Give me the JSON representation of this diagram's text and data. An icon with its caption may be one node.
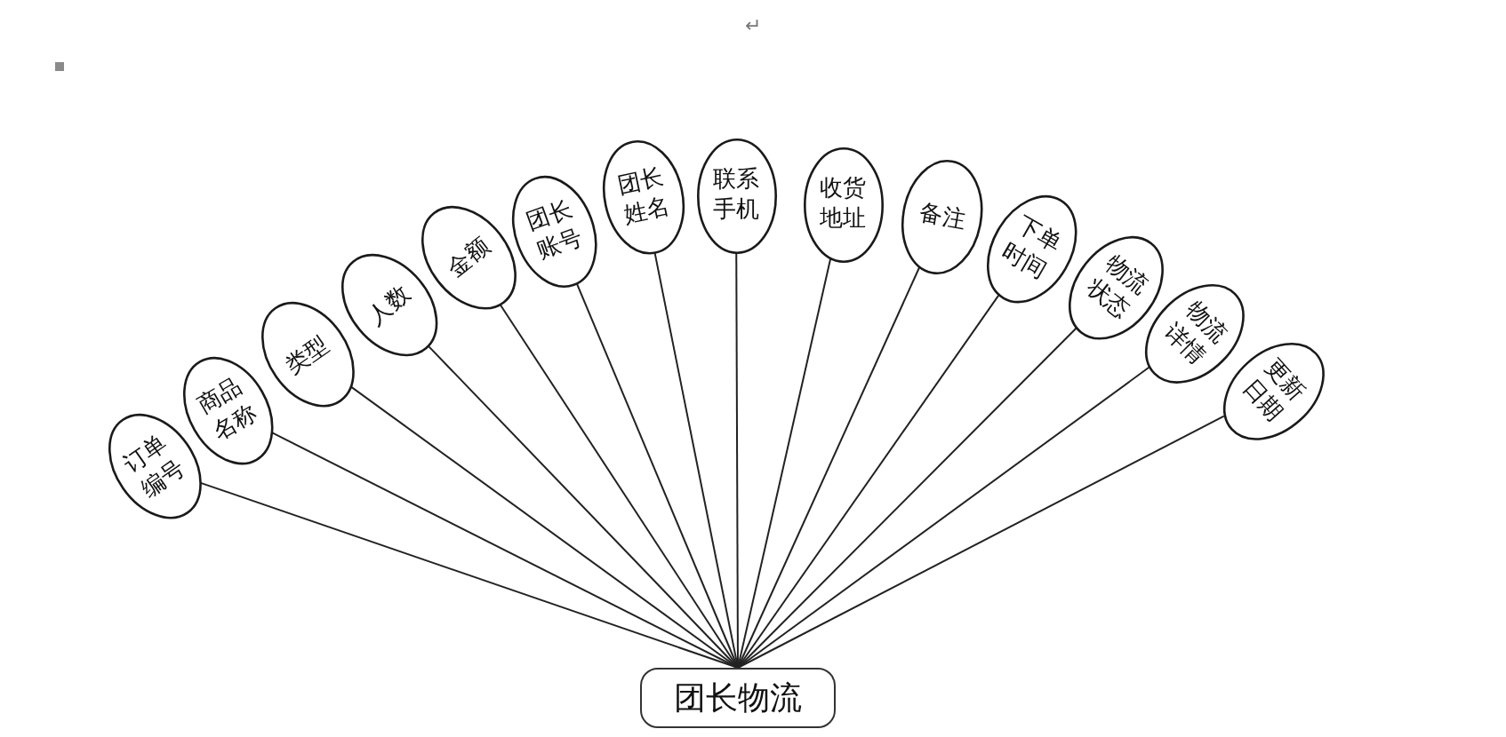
{
  "diagram": {
    "nodes": [
      {
        "text": [
          "订单编号"
        ]
      },
      {
        "text": [
          "商品名称"
        ]
      },
      {
        "text": [
          "类型"
        ]
      },
      {
        "text": [
          "人数"
        ]
      },
      {
        "text": [
          "金额"
        ]
      },
      {
        "text": [
          "团长账号"
        ]
      },
      {
        "text": [
          "团长姓名"
        ]
      },
      {
        "text": [
          "联系手机"
        ]
      },
      {
        "text": [
          "收货地址"
        ]
      },
      {
        "text": [
          "备注"
        ]
      },
      {
        "text": [
          "下单时间"
        ]
      },
      {
        "text": [
          "物流状态"
        ]
      },
      {
        "text": [
          "物流详情"
        ]
      },
      {
        "text": [
          "更新日期"
        ]
      },
      {
        "text": [
          "团长物流"
        ]
      }
    ],
    "edges": [
      {
        "from": 14,
        "to": 0,
        "arrow": "none"
      },
      {
        "from": 14,
        "to": 1,
        "arrow": "none"
      },
      {
        "from": 14,
        "to": 2,
        "arrow": "none"
      },
      {
        "from": 14,
        "to": 3,
        "arrow": "none"
      },
      {
        "from": 14,
        "to": 4,
        "arrow": "none"
      },
      {
        "from": 14,
        "to": 5,
        "arrow": "none"
      },
      {
        "from": 14,
        "to": 6,
        "arrow": "none"
      },
      {
        "from": 14,
        "to": 7,
        "arrow": "none"
      },
      {
        "from": 14,
        "to": 8,
        "arrow": "none"
      },
      {
        "from": 14,
        "to": 9,
        "arrow": "none"
      },
      {
        "from": 14,
        "to": 10,
        "arrow": "none"
      },
      {
        "from": 14,
        "to": 11,
        "arrow": "none"
      },
      {
        "from": 14,
        "to": 12,
        "arrow": "none"
      },
      {
        "from": 14,
        "to": 13,
        "arrow": "none"
      }
    ],
    "labels": [
      "↵"
    ]
  }
}
